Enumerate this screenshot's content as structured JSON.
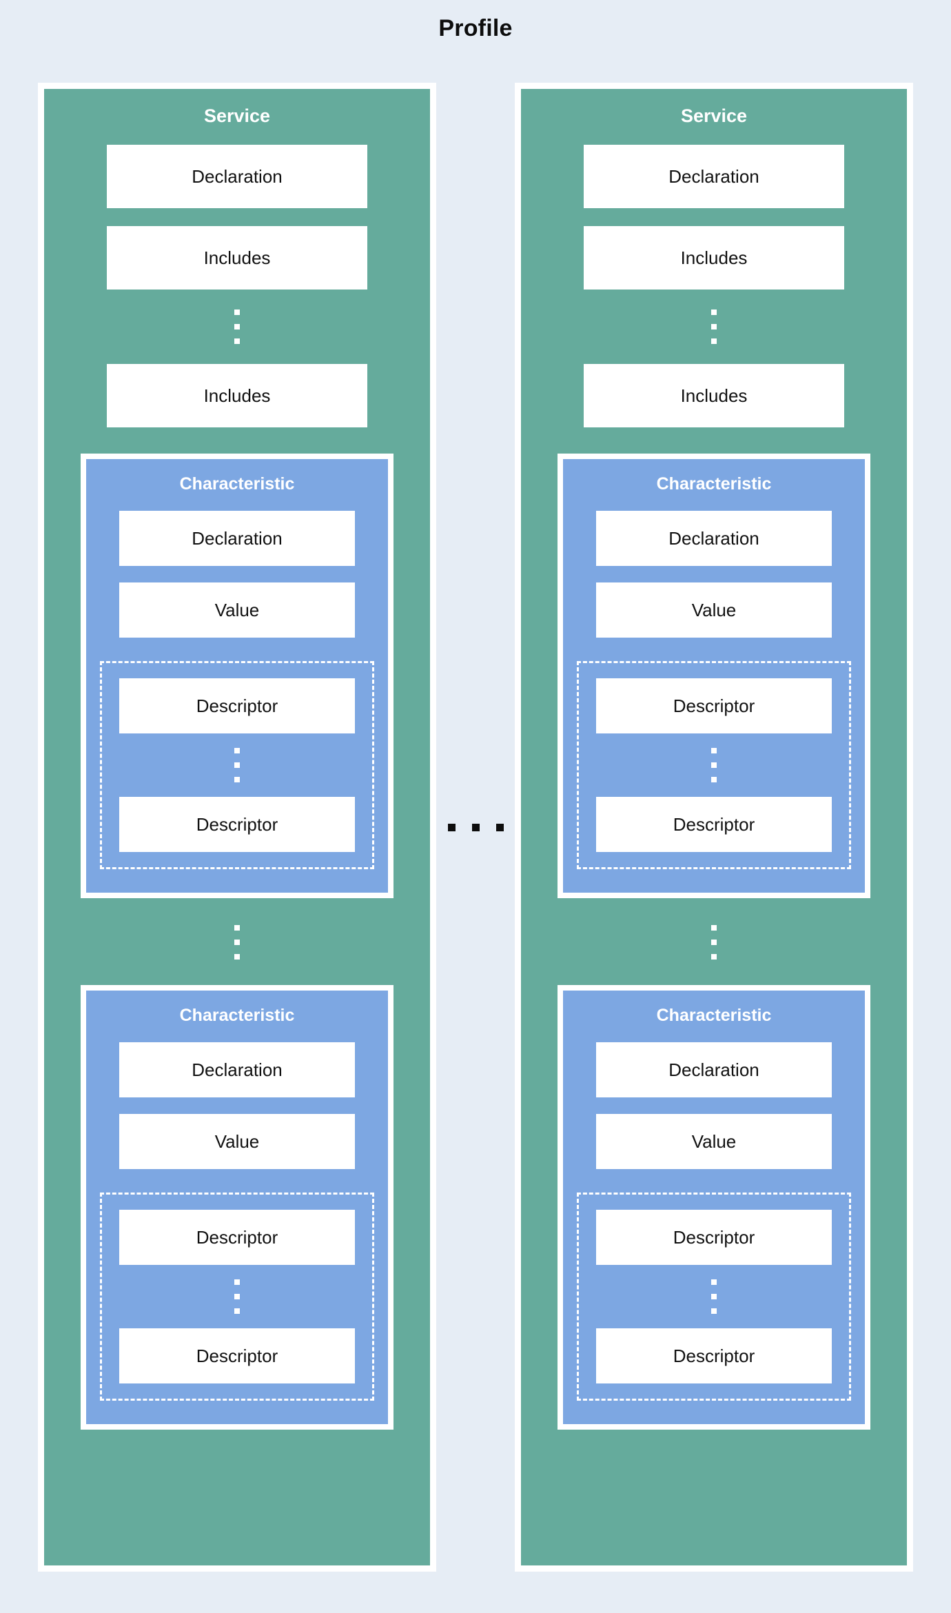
{
  "diagram": {
    "title": "Profile",
    "colors": {
      "background": "#e6edf5",
      "service": "#65ab9c",
      "characteristic": "#7da7e2",
      "leaf": "#ffffff",
      "title_text": "#0d0d0d",
      "container_text": "#ffffff"
    },
    "ellipsis": {
      "horizontal_between_services": "...",
      "vertical_glyph": "·"
    }
  },
  "services": [
    {
      "label": "Service",
      "declaration_label": "Declaration",
      "includes": [
        {
          "label": "Includes"
        },
        {
          "label": "Includes"
        }
      ],
      "characteristics": [
        {
          "label": "Characteristic",
          "declaration_label": "Declaration",
          "value_label": "Value",
          "descriptors": [
            {
              "label": "Descriptor"
            },
            {
              "label": "Descriptor"
            }
          ]
        },
        {
          "label": "Characteristic",
          "declaration_label": "Declaration",
          "value_label": "Value",
          "descriptors": [
            {
              "label": "Descriptor"
            },
            {
              "label": "Descriptor"
            }
          ]
        }
      ]
    },
    {
      "label": "Service",
      "declaration_label": "Declaration",
      "includes": [
        {
          "label": "Includes"
        },
        {
          "label": "Includes"
        }
      ],
      "characteristics": [
        {
          "label": "Characteristic",
          "declaration_label": "Declaration",
          "value_label": "Value",
          "descriptors": [
            {
              "label": "Descriptor"
            },
            {
              "label": "Descriptor"
            }
          ]
        },
        {
          "label": "Characteristic",
          "declaration_label": "Declaration",
          "value_label": "Value",
          "descriptors": [
            {
              "label": "Descriptor"
            },
            {
              "label": "Descriptor"
            }
          ]
        }
      ]
    }
  ]
}
